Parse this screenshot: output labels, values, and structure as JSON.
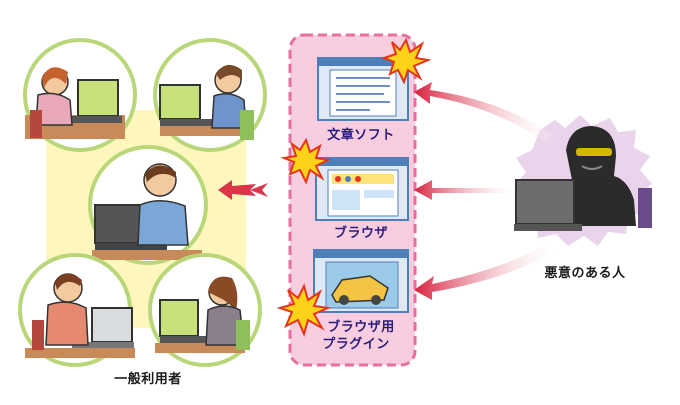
{
  "labels": {
    "word_software": "文章ソフト",
    "browser": "ブラウザ",
    "plugin_line1": "ブラウザ用",
    "plugin_line2": "プラグイン",
    "attacker": "悪意のある人",
    "general_users": "一般利用者"
  },
  "colors": {
    "pink_panel": "#f9cde0",
    "pink_border": "#e76f9f",
    "yellow_zone": "#fdf7bd",
    "arrow_red": "#d61f3c",
    "aura_purple": "#e9d4ec",
    "green_circle": "#b9d77a",
    "screen_green": "#c7e27a",
    "burst_yellow": "#ffd21a",
    "burst_red": "#e4351c",
    "label_text": "#2a1c7a"
  },
  "icons": [
    "person-at-laptop-icon",
    "hooded-hacker-icon",
    "document-window-icon",
    "browser-window-icon",
    "plugin-window-icon",
    "burst-icon",
    "arrow-icon"
  ]
}
